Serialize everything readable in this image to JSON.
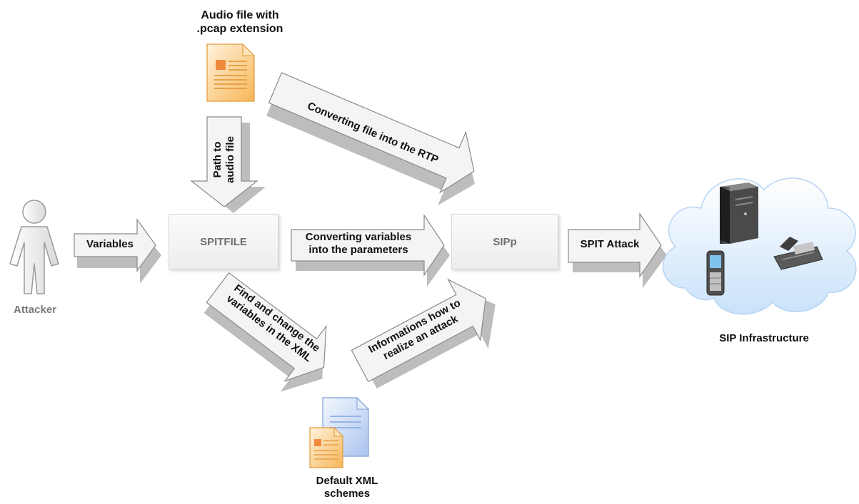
{
  "nodes": {
    "attacker": "Attacker",
    "spitfile": "SPITFILE",
    "sipp": "SIPp",
    "audio_file": [
      "Audio file with",
      ".pcap extension"
    ],
    "xml_schemes": [
      "Default XML",
      "schemes"
    ],
    "sip_infrastructure": "SIP Infrastructure"
  },
  "arrows": {
    "variables": "Variables",
    "path_to_audio": [
      "Path to",
      "audio file"
    ],
    "converting_rtp": "Converting file into the RTP",
    "converting_params": [
      "Converting variables",
      "into the parameters"
    ],
    "find_change": [
      "Find and change the",
      "variables in the XML"
    ],
    "informations": [
      "Informations how to",
      "realize an attack"
    ],
    "spit_attack": "SPIT Attack"
  },
  "icons": [
    "person-icon",
    "document-icon",
    "xml-document-icon",
    "cloud-icon",
    "server-icon",
    "mobile-phone-icon",
    "desk-phone-icon"
  ],
  "colors": {
    "arrow_fill": "#f2f2f2",
    "arrow_stroke": "#9a9a9a",
    "cloud": "#d6e9fb",
    "doc_orange": "#f7b657"
  }
}
